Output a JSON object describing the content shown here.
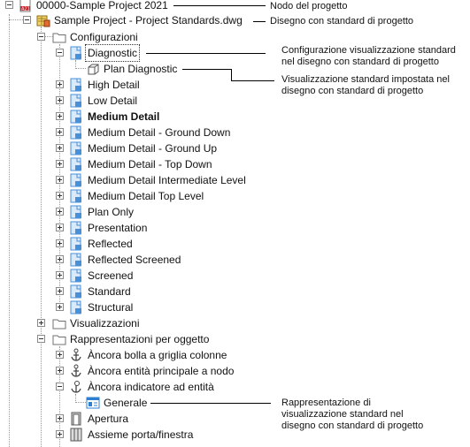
{
  "tree": {
    "project_node": "00000-Sample Project 2021",
    "drawing_node": "Sample Project - Project Standards.dwg",
    "configurazioni_folder": "Configurazioni",
    "diagnostic": "Diagnostic",
    "plan_diagnostic": "Plan Diagnostic",
    "configs": [
      "High Detail",
      "Low Detail",
      "Medium Detail",
      "Medium Detail - Ground Down",
      "Medium Detail - Ground Up",
      "Medium Detail - Top Down",
      "Medium Detail Intermediate Level",
      "Medium Detail Top Level",
      "Plan Only",
      "Presentation",
      "Reflected",
      "Reflected Screened",
      "Screened",
      "Standard",
      "Structural"
    ],
    "visualizzazioni_folder": "Visualizzazioni",
    "rappresentazioni_folder": "Rappresentazioni per oggetto",
    "objects": [
      "Àncora bolla a griglia colonne",
      "Àncora entità principale a nodo",
      "Àncora indicatore ad entità"
    ],
    "generale": "Generale",
    "objects_after": [
      "Apertura",
      "Assieme porta/finestra"
    ]
  },
  "callouts": {
    "project_node": "Nodo del progetto",
    "drawing_node": "Disegno con standard di progetto",
    "display_config": "Configurazione visualizzazione standard\nnel disegno con standard di progetto",
    "display_set": "Visualizzazione standard impostata nel\ndisegno con standard di progetto",
    "display_rep": "Rappresentazione di\nvisualizzazione standard nel\ndisegno con standard di progetto"
  },
  "colors": {
    "tree_lines": "#9a9a9a",
    "folder": "#ffffff",
    "config_icon": "#4a90d9",
    "generale_icon": "#2f7fd1",
    "project_icon": "#c8252c"
  }
}
